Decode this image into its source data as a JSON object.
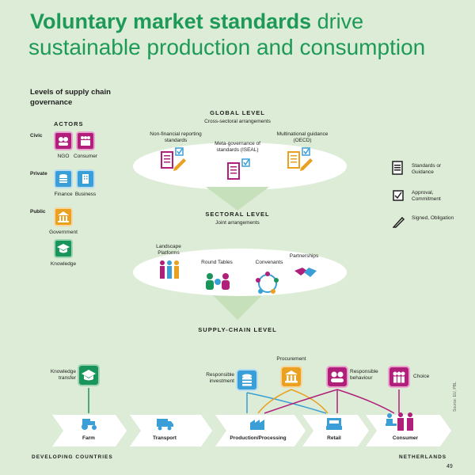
{
  "title": {
    "bold": "Voluntary market standards",
    "rest_line1": " drive",
    "line2": "sustainable production and consumption"
  },
  "levels_heading": "Levels of supply chain governance",
  "actors": {
    "heading": "ACTORS",
    "civic": {
      "label": "Civic",
      "items": [
        "NGO",
        "Consumer"
      ]
    },
    "private": {
      "label": "Private",
      "items": [
        "Finance",
        "Business"
      ]
    },
    "public": {
      "label": "Public",
      "items": [
        "Government",
        "Knowledge"
      ]
    }
  },
  "global": {
    "heading": "GLOBAL LEVEL",
    "sub": "Cross-sectoral arrangements",
    "items": [
      "Non-financial reporting standards",
      "Meta-governance of standards (ISEAL)",
      "Multinational guidance (OECD)"
    ]
  },
  "legend": {
    "standards": "Standards or Guidance",
    "approval": "Approval, Commitment",
    "signed": "Signed, Obligation"
  },
  "sectoral": {
    "heading": "SECTORAL LEVEL",
    "sub": "Joint arrangements",
    "items": [
      "Landscape Platforms",
      "Round Tables",
      "Convenants",
      "Partnerships"
    ]
  },
  "supply": {
    "heading": "SUPPLY-CHAIN LEVEL",
    "actors": [
      "Knowledge transfer",
      "Responsible investment",
      "Procurement",
      "Responsible behaviour",
      "Choice"
    ]
  },
  "chain": [
    "Farm",
    "Transport",
    "Production/Processing",
    "Retail",
    "Consumer"
  ],
  "footer": {
    "left": "DEVELOPING COUNTRIES",
    "right": "NETHERLANDS",
    "page": "49",
    "source": "Source: EU, PBL"
  },
  "colors": {
    "green": "#1d9a57",
    "magenta": "#b0207a",
    "blue": "#3a9fd7",
    "orange": "#eaa020",
    "bg": "#ddecd6"
  }
}
